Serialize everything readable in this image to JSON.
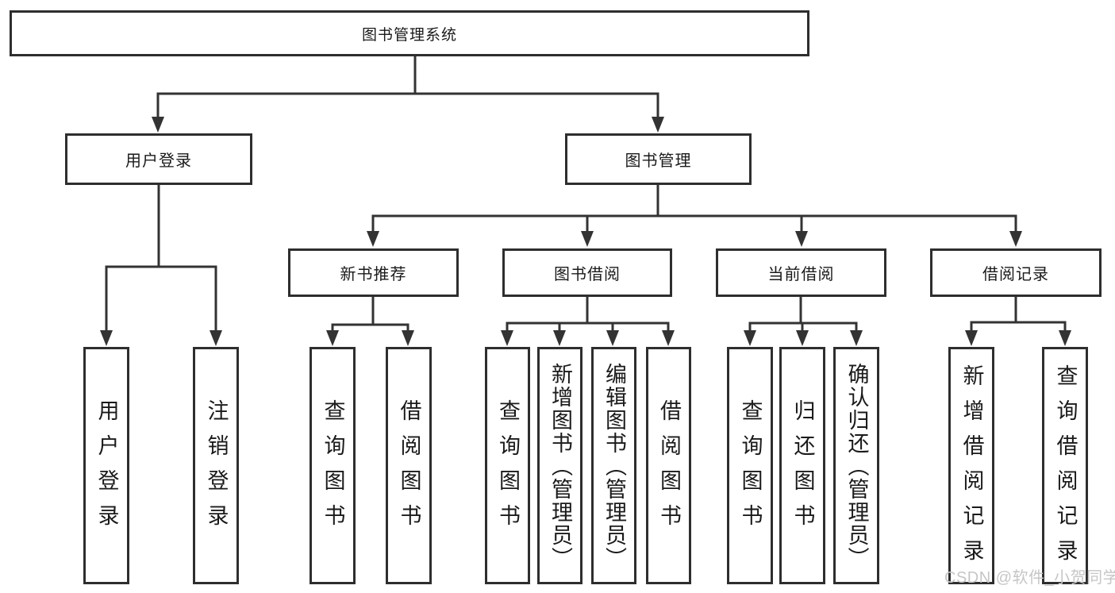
{
  "tree": {
    "root": {
      "label": "图书管理系统"
    },
    "branches": [
      {
        "label": "用户登录",
        "children": [
          {
            "label": "用户登录"
          },
          {
            "label": "注销登录"
          }
        ]
      },
      {
        "label": "图书管理",
        "children": [
          {
            "label": "新书推荐",
            "children": [
              {
                "label": "查询图书"
              },
              {
                "label": "借阅图书"
              }
            ]
          },
          {
            "label": "图书借阅",
            "children": [
              {
                "label": "查询图书"
              },
              {
                "label": "新增图书（管理员）"
              },
              {
                "label": "编辑图书（管理员）"
              },
              {
                "label": "借阅图书"
              }
            ]
          },
          {
            "label": "当前借阅",
            "children": [
              {
                "label": "查询图书"
              },
              {
                "label": "归还图书"
              },
              {
                "label": "确认归还（管理员）"
              }
            ]
          },
          {
            "label": "借阅记录",
            "children": [
              {
                "label": "新增借阅记录"
              },
              {
                "label": "查询借阅记录"
              }
            ]
          }
        ]
      }
    ]
  },
  "watermark": {
    "text": "CSDN @软件_小贺同学"
  },
  "colors": {
    "line": "#333333",
    "box_border": "#2e2e2e",
    "text": "#1a1a1a",
    "background": "#ffffff",
    "watermark": "#c6c6c6"
  }
}
